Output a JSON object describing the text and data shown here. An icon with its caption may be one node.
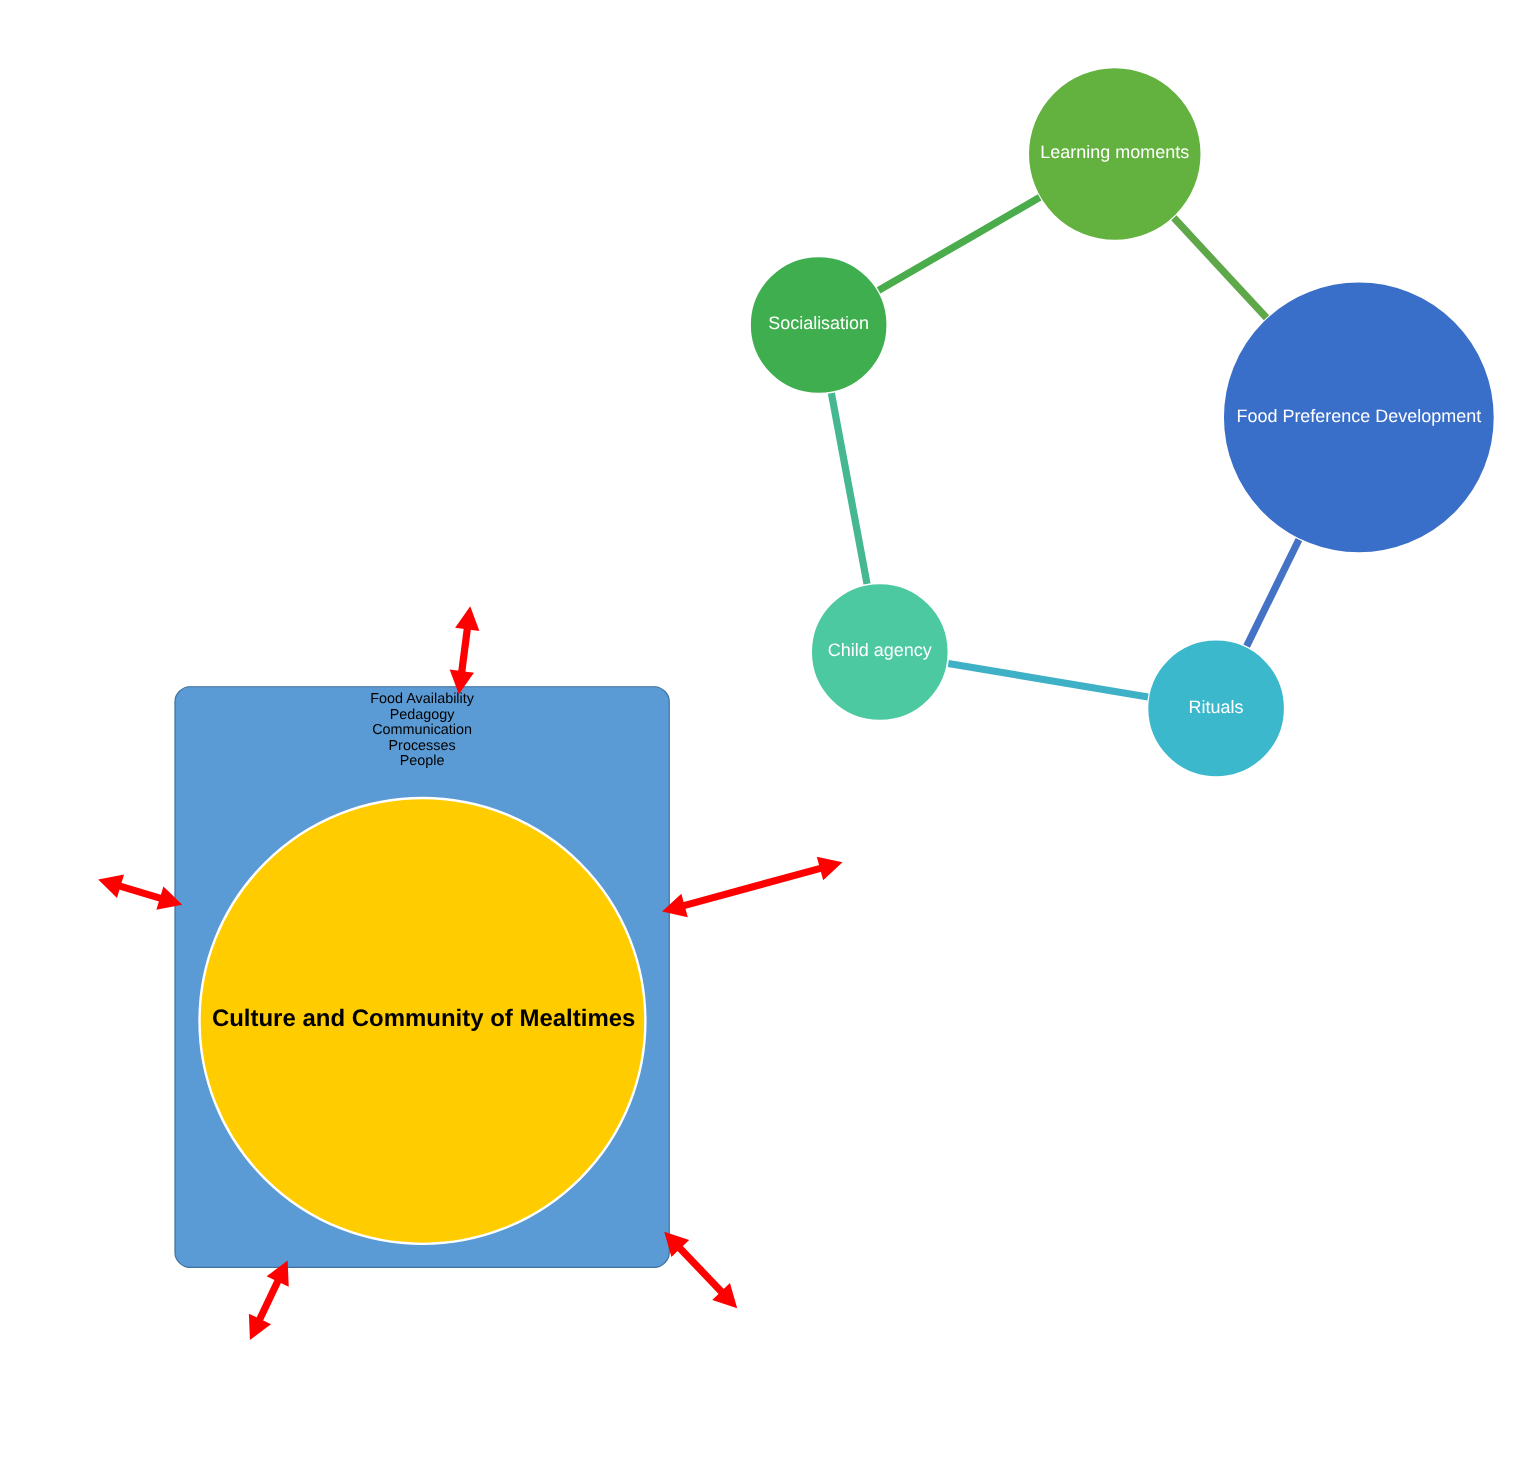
{
  "diagram": {
    "nodes": [
      {
        "text": [
          "Food Preference Development"
        ]
      },
      {
        "text": [
          "Rituals"
        ]
      },
      {
        "text": [
          "Child agency"
        ]
      },
      {
        "text": [
          "Socialisation"
        ]
      },
      {
        "text": [
          "Learning moments"
        ]
      },
      {
        "text": [
          "Food Availability",
          "Pedagogy",
          "Communication",
          "Processes",
          "People"
        ]
      },
      {
        "text": [
          "Culture and Community of Mealtimes"
        ],
        "in": 5
      }
    ],
    "edges": [
      {
        "from": 0,
        "to": 1,
        "arrow": "none",
        "color": "#4472c4"
      },
      {
        "from": 1,
        "to": 2,
        "arrow": "none",
        "color": "#3fb1c6"
      },
      {
        "from": 2,
        "to": 3,
        "arrow": "none",
        "color": "#45b890"
      },
      {
        "from": 3,
        "to": 4,
        "arrow": "none",
        "color": "#4aac4a"
      },
      {
        "from": 4,
        "to": 0,
        "arrow": "none",
        "color": "#5fa84a"
      },
      {
        "from": 5,
        "to": null,
        "arrow": "both",
        "color": "#ff0000"
      },
      {
        "from": 5,
        "to": null,
        "arrow": "both",
        "color": "#ff0000"
      },
      {
        "from": 5,
        "to": null,
        "arrow": "both",
        "color": "#ff0000"
      },
      {
        "from": 5,
        "to": null,
        "arrow": "both",
        "color": "#ff0000"
      },
      {
        "from": 5,
        "to": null,
        "arrow": "both",
        "color": "#ff0000"
      }
    ]
  }
}
